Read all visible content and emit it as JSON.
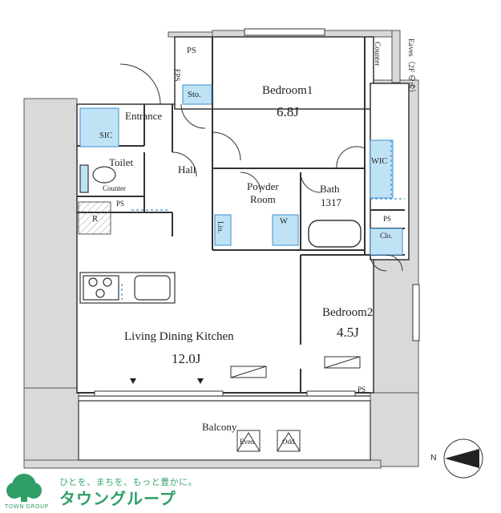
{
  "rooms": {
    "bedroom1_name": "Bedroom1",
    "bedroom1_size": "6.8J",
    "bedroom2_name": "Bedroom2",
    "bedroom2_size": "4.5J",
    "ldk_name": "Living Dining Kitchen",
    "ldk_size": "12.0J",
    "powder_room": "Powder\nRoom",
    "bath_name": "Bath",
    "bath_size": "1317",
    "balcony": "Balcony",
    "hall": "Hall",
    "entrance": "Entrance",
    "toilet": "Toilet"
  },
  "labels": {
    "ps_top": "PS",
    "eps": "EPS",
    "sto": "Sto.",
    "sic": "SIC",
    "counter_toilet": "Counter",
    "ps_toilet": "PS",
    "refrigerator": "R",
    "wic": "WIC",
    "ps_right": "PS",
    "clo": "Clo.",
    "lin": "Lin.",
    "washer": "W",
    "ps_bottom": "PS",
    "counter_top": "Counter",
    "eaves": "Eaves（2F のみ）",
    "even": "Even",
    "odd": "Odd",
    "compass_n": "N"
  },
  "brand": {
    "tagline": "ひとを、まちを、もっと豊かに。",
    "name": "タウングループ",
    "name_en": "TOWN GROUP"
  },
  "colors": {
    "wall": "#d9d9d9",
    "wall_stroke": "#555555",
    "storage_fill": "#bfe3f5",
    "accent_blue": "#3b8fd1",
    "brand_green": "#2f9e66"
  }
}
